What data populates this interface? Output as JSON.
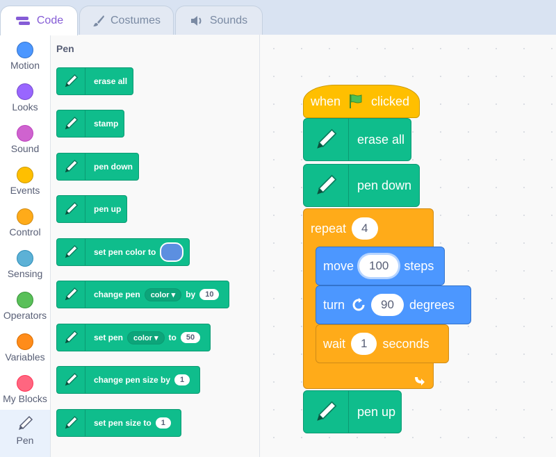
{
  "tabs": [
    {
      "label": "Code"
    },
    {
      "label": "Costumes"
    },
    {
      "label": "Sounds"
    }
  ],
  "categories": [
    {
      "label": "Motion",
      "color": "#4c97ff"
    },
    {
      "label": "Looks",
      "color": "#9966ff"
    },
    {
      "label": "Sound",
      "color": "#cf63cf"
    },
    {
      "label": "Events",
      "color": "#ffbf00"
    },
    {
      "label": "Control",
      "color": "#ffab19"
    },
    {
      "label": "Sensing",
      "color": "#5cb1d6"
    },
    {
      "label": "Operators",
      "color": "#59c059"
    },
    {
      "label": "Variables",
      "color": "#ff8c1a"
    },
    {
      "label": "My Blocks",
      "color": "#ff6680"
    },
    {
      "label": "Pen",
      "color": "#0fbd8c"
    }
  ],
  "palette": {
    "title": "Pen",
    "erase_all": "erase all",
    "stamp": "stamp",
    "pen_down": "pen down",
    "pen_up": "pen up",
    "set_color_to": "set pen color to",
    "change_pen": "change pen",
    "change_dropdown": "color",
    "by": "by",
    "change_value": "10",
    "set_pen": "set pen",
    "set_dropdown": "color",
    "to": "to",
    "set_value": "50",
    "change_size_by": "change pen size by",
    "change_size_value": "1",
    "set_size_to": "set pen size to",
    "set_size_value": "1"
  },
  "script": {
    "when": "when",
    "clicked": "clicked",
    "erase_all": "erase all",
    "pen_down": "pen down",
    "repeat": "repeat",
    "repeat_count": "4",
    "move": "move",
    "move_value": "100",
    "steps": "steps",
    "turn": "turn",
    "turn_value": "90",
    "degrees": "degrees",
    "wait": "wait",
    "wait_value": "1",
    "seconds": "seconds",
    "pen_up": "pen up"
  },
  "colors": {
    "accent": "#855cd6",
    "pen": "#0fbd8c",
    "events": "#ffbf00",
    "control": "#ffab19",
    "motion": "#4c97ff"
  }
}
